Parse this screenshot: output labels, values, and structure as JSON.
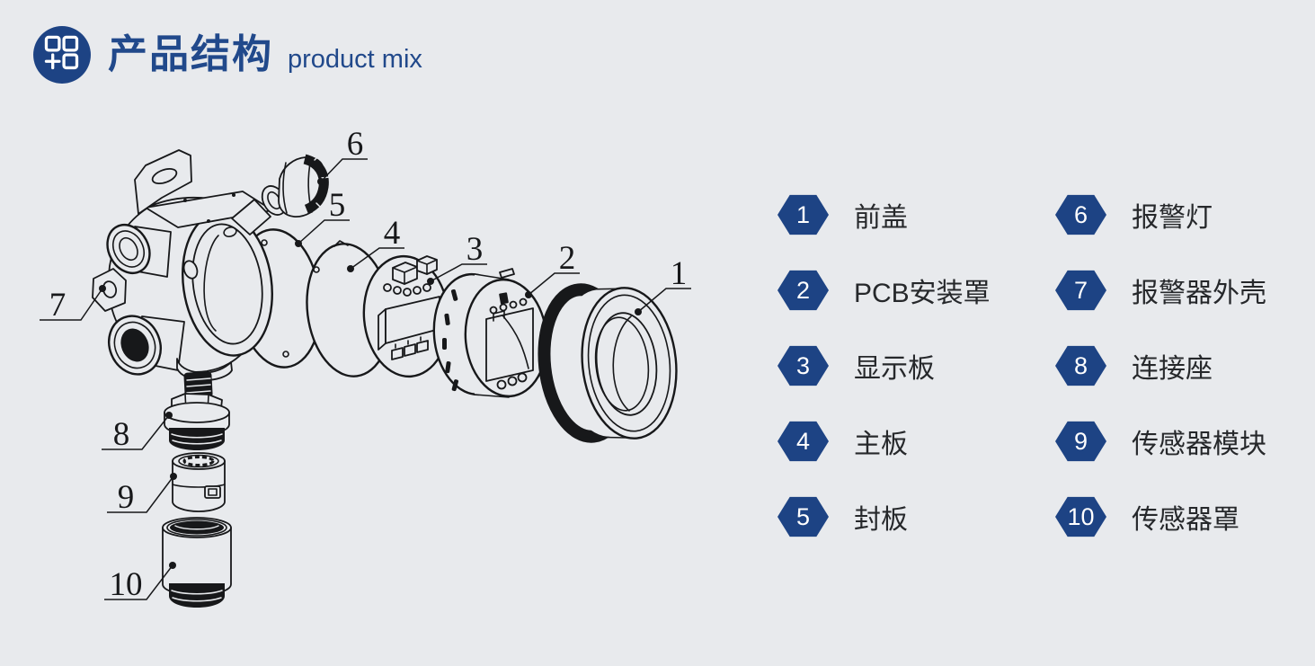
{
  "header": {
    "title": "产品结构",
    "subtitle": "product mix",
    "icon": "modules-plus-icon"
  },
  "diagram": {
    "type": "exploded-view-line-drawing",
    "callouts": [
      "1",
      "2",
      "3",
      "4",
      "5",
      "6",
      "7",
      "8",
      "9",
      "10"
    ]
  },
  "legend": {
    "items_left": [
      {
        "num": "1",
        "label": "前盖"
      },
      {
        "num": "2",
        "label": "PCB安装罩"
      },
      {
        "num": "3",
        "label": "显示板"
      },
      {
        "num": "4",
        "label": "主板"
      },
      {
        "num": "5",
        "label": "封板"
      }
    ],
    "items_right": [
      {
        "num": "6",
        "label": "报警灯"
      },
      {
        "num": "7",
        "label": "报警器外壳"
      },
      {
        "num": "8",
        "label": "连接座"
      },
      {
        "num": "9",
        "label": "传感器模块"
      },
      {
        "num": "10",
        "label": "传感器罩"
      }
    ]
  },
  "colors": {
    "background": "#e8eaed",
    "accent_title": "#21498b",
    "badge": "#1d4384",
    "line_ink": "#17181a"
  }
}
